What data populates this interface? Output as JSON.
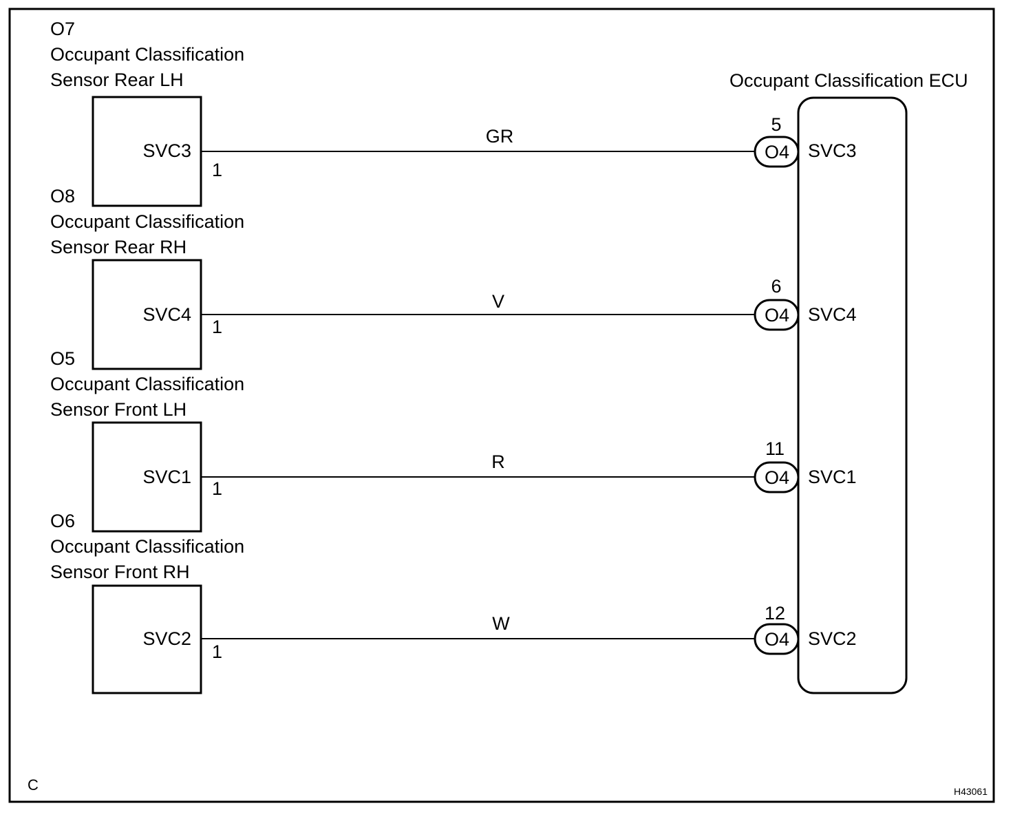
{
  "ecu": {
    "title": "Occupant Classification ECU",
    "connector_label": "O4"
  },
  "sensors": [
    {
      "code": "O7",
      "name_line1": "Occupant Classification",
      "name_line2": "Sensor Rear LH",
      "terminal_name": "SVC3",
      "pin": "1",
      "wire_color": "GR",
      "ecu_pin": "5",
      "ecu_terminal": "SVC3"
    },
    {
      "code": "O8",
      "name_line1": "Occupant Classification",
      "name_line2": "Sensor Rear RH",
      "terminal_name": "SVC4",
      "pin": "1",
      "wire_color": "V",
      "ecu_pin": "6",
      "ecu_terminal": "SVC4"
    },
    {
      "code": "O5",
      "name_line1": "Occupant Classification",
      "name_line2": "Sensor Front LH",
      "terminal_name": "SVC1",
      "pin": "1",
      "wire_color": "R",
      "ecu_pin": "11",
      "ecu_terminal": "SVC1"
    },
    {
      "code": "O6",
      "name_line1": "Occupant Classification",
      "name_line2": "Sensor Front RH",
      "terminal_name": "SVC2",
      "pin": "1",
      "wire_color": "W",
      "ecu_pin": "12",
      "ecu_terminal": "SVC2"
    }
  ],
  "corner_letter": "C",
  "figure_id": "H43061"
}
